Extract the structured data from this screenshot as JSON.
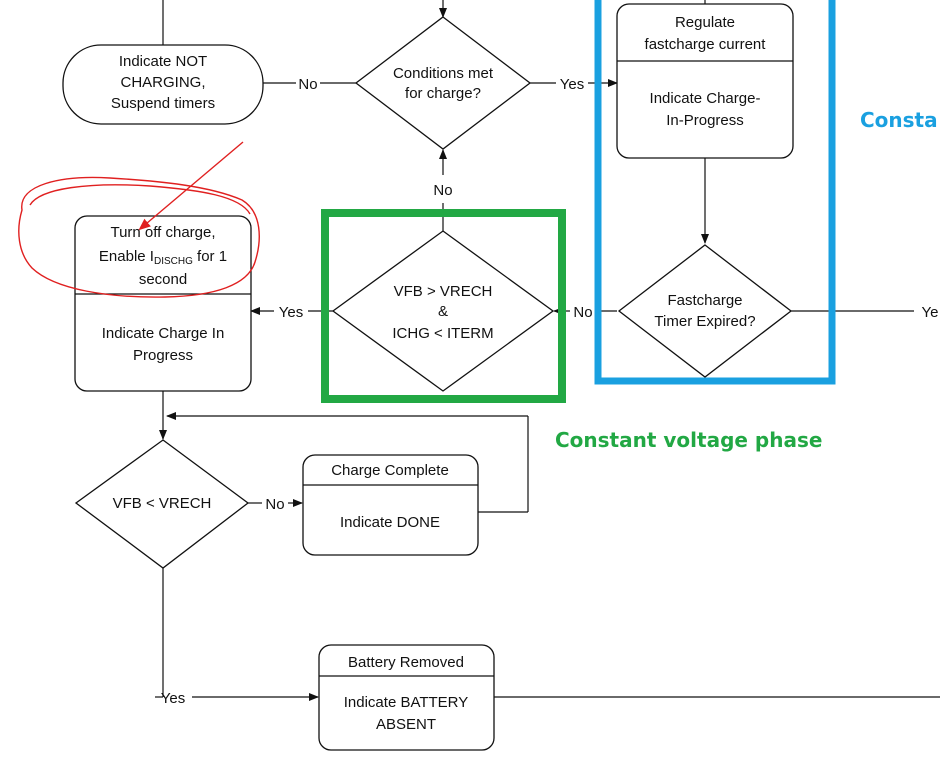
{
  "nodes": {
    "not_charging": {
      "lines": [
        "Indicate NOT",
        "CHARGING,",
        "Suspend timers"
      ]
    },
    "conditions_met": {
      "lines": [
        "Conditions met",
        "for charge?"
      ]
    },
    "regulate": {
      "header": [
        "Regulate",
        "fastcharge  current"
      ],
      "body": [
        "Indicate Charge-",
        "In-Progress"
      ]
    },
    "turn_off": {
      "header_l1": "Turn off charge,",
      "header_l2_pre": "Enable I",
      "header_l2_sub": "DISCHG",
      "header_l2_post": " for 1",
      "header_l3": "second",
      "body": [
        "Indicate Charge In",
        "Progress"
      ]
    },
    "vfb_vrech_iterm": {
      "lines": [
        "VFB > VRECH",
        "&",
        "ICHG < ITERM"
      ]
    },
    "fastcharge_timer": {
      "lines": [
        "Fastcharge",
        "Timer Expired?"
      ]
    },
    "vfb_lt_vrech": {
      "lines": [
        "VFB < VRECH"
      ]
    },
    "charge_complete": {
      "header": "Charge Complete",
      "body": "Indicate DONE"
    },
    "battery_removed": {
      "header": "Battery Removed",
      "body": [
        "Indicate BATTERY",
        "ABSENT"
      ]
    }
  },
  "edge_labels": {
    "no_left": "No",
    "yes_right": "Yes",
    "no_up": "No",
    "yes_left": "Yes",
    "no_right": "No",
    "yes_far_right": "Ye",
    "no_done": "No",
    "yes_bottom": "Yes"
  },
  "phase_labels": {
    "constant_voltage": "Constant voltage phase",
    "constant_current_partial": "Consta"
  },
  "colors": {
    "green_box": "#22a844",
    "blue_box": "#1aa0e0",
    "annotation_red": "#e02020"
  }
}
